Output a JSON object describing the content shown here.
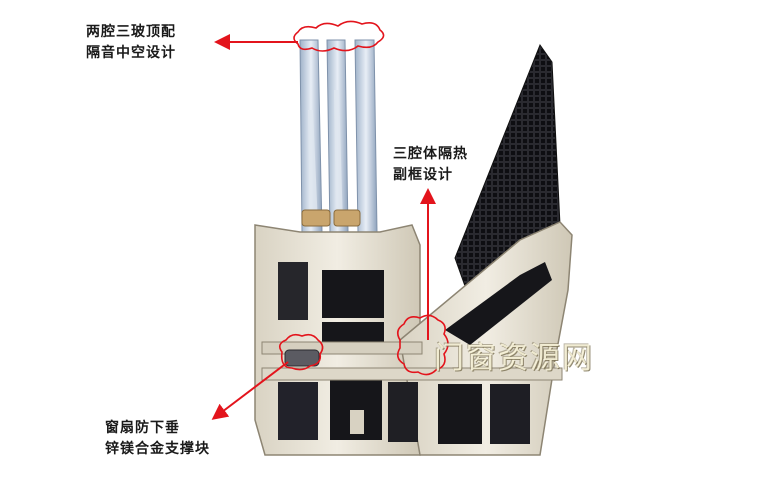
{
  "labels": {
    "glass_line1": "两腔三玻顶配",
    "glass_line2": "隔音中空设计",
    "frame_line1": "三腔体隔热",
    "frame_line2": "副框设计",
    "support_line1": "窗扇防下垂",
    "support_line2": "锌镁合金支撑块"
  },
  "watermark": "门窗资源网",
  "colors": {
    "arrow": "#e3141c",
    "profile": "#e6e1d3",
    "cavity": "#16161a",
    "glass": "#b8c6d8",
    "mesh": "#1c1c20"
  }
}
